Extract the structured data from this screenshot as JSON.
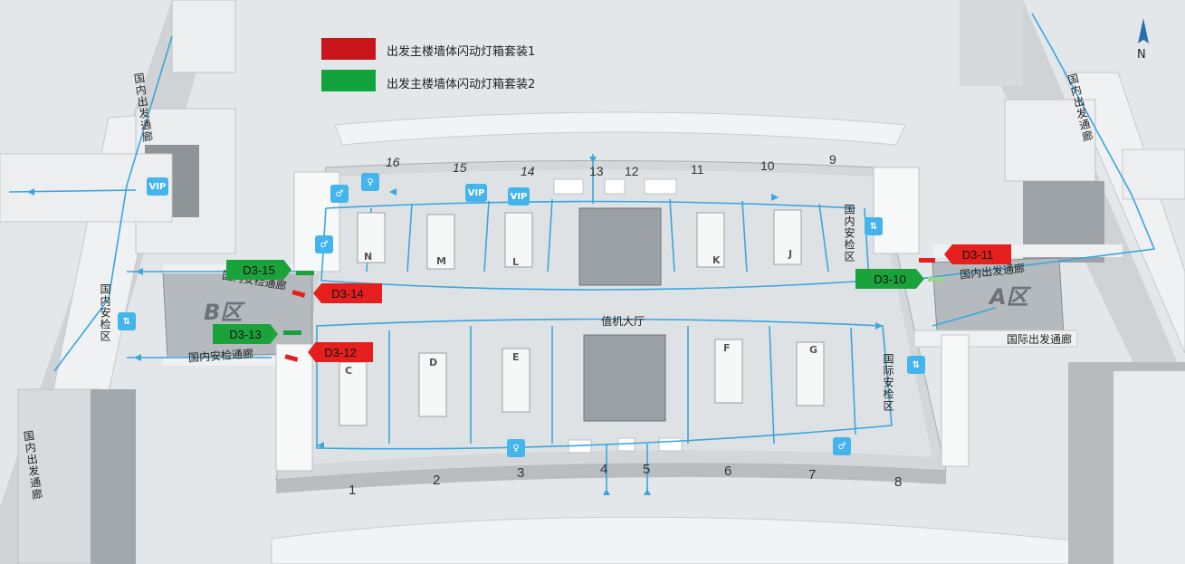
{
  "legend": [
    {
      "label": "出发主楼墙体闪动灯箱套装1",
      "color": "#c8151b"
    },
    {
      "label": "出发主楼墙体闪动灯箱套装2",
      "color": "#12a33c"
    }
  ],
  "compass": {
    "label": "N"
  },
  "zones": {
    "a": "A区",
    "b": "B区"
  },
  "hall_label": "值机大厅",
  "gate_numbers_top": [
    "16",
    "15",
    "14",
    "13",
    "12",
    "11",
    "10",
    "9"
  ],
  "gate_numbers_bottom": [
    "1",
    "2",
    "3",
    "4",
    "5",
    "6",
    "7",
    "8"
  ],
  "islands_top": [
    "N",
    "M",
    "L",
    "K",
    "J"
  ],
  "islands_bottom": [
    "C",
    "D",
    "E",
    "F",
    "G"
  ],
  "corridors": {
    "domestic_left": "国内出发通廊",
    "domestic_right": "国内出发通廊",
    "domestic_right_horizontal": "国内出发通廊",
    "domestic_security_corridor_upper": "国内安检通廊",
    "domestic_security_corridor_lower": "国内安检通廊",
    "intl_departure": "国际出发通廊",
    "domestic_security_left": "国内安检区",
    "domestic_security_right": "国内安检区",
    "intl_security": "国际安检区"
  },
  "tags": [
    {
      "id": "D3-15",
      "color": "green"
    },
    {
      "id": "D3-14",
      "color": "red"
    },
    {
      "id": "D3-13",
      "color": "green"
    },
    {
      "id": "D3-12",
      "color": "red"
    },
    {
      "id": "D3-11",
      "color": "red"
    },
    {
      "id": "D3-10",
      "color": "green"
    }
  ],
  "icons": {
    "vip": "VIP",
    "restroom": "restroom-icon",
    "elevator": "elevator-icon"
  },
  "colors": {
    "route": "#3aa6dc",
    "accent_red": "#e51e1e",
    "accent_green": "#19a33a"
  }
}
